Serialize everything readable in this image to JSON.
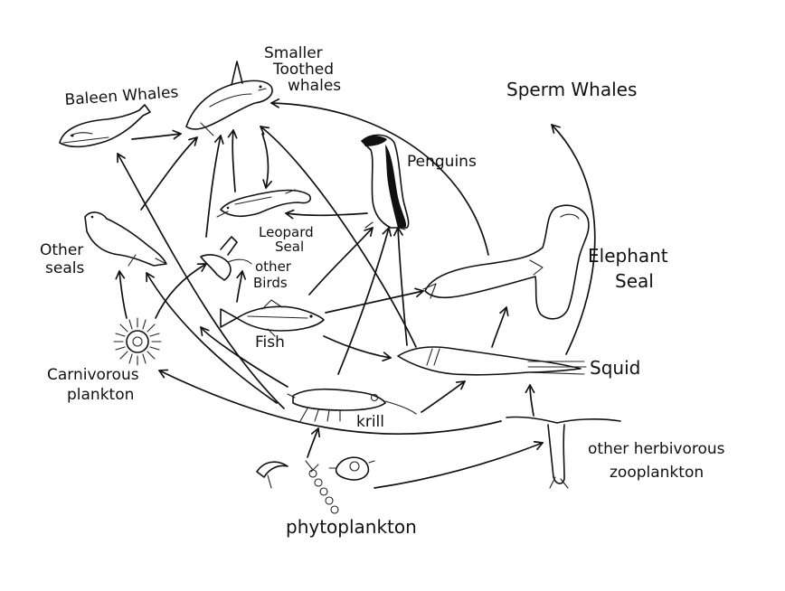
{
  "labels": {
    "baleen_whales": "Baleen Whales",
    "smaller_toothed_line1": "Smaller",
    "smaller_toothed_line2": "Toothed",
    "smaller_toothed_line3": "whales",
    "sperm_whales": "Sperm Whales",
    "penguins": "Penguins",
    "other_seals_line1": "Other",
    "other_seals_line2": "seals",
    "leopard_seal_line1": "Leopard",
    "leopard_seal_line2": "Seal",
    "other_birds_line1": "other",
    "other_birds_line2": "Birds",
    "elephant_seal_line1": "Elephant",
    "elephant_seal_line2": "Seal",
    "fish": "Fish",
    "squid": "Squid",
    "carnivorous_plankton_line1": "Carnivorous",
    "carnivorous_plankton_line2": "plankton",
    "krill": "krill",
    "other_herbivorous_line1": "other herbivorous",
    "other_herbivorous_line2": "zooplankton",
    "phytoplankton": "phytoplankton"
  }
}
